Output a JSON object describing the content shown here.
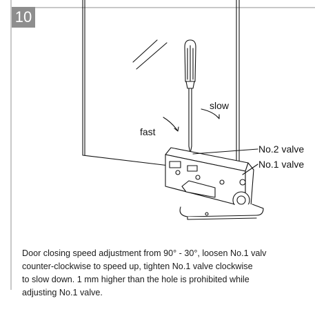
{
  "step": {
    "number": "10"
  },
  "labels": {
    "slow": "slow",
    "fast": "fast",
    "valve2": "No.2 valve",
    "valve1": "No.1 valve"
  },
  "caption": {
    "line1": "Door closing speed adjustment from 90° - 30°, loosen No.1 valv",
    "line2": "counter-clockwise to speed up, tighten No.1 valve clockwise",
    "line3": "to slow down. 1 mm higher than the hole is prohibited while",
    "line4": "adjusting No.1 valve."
  }
}
